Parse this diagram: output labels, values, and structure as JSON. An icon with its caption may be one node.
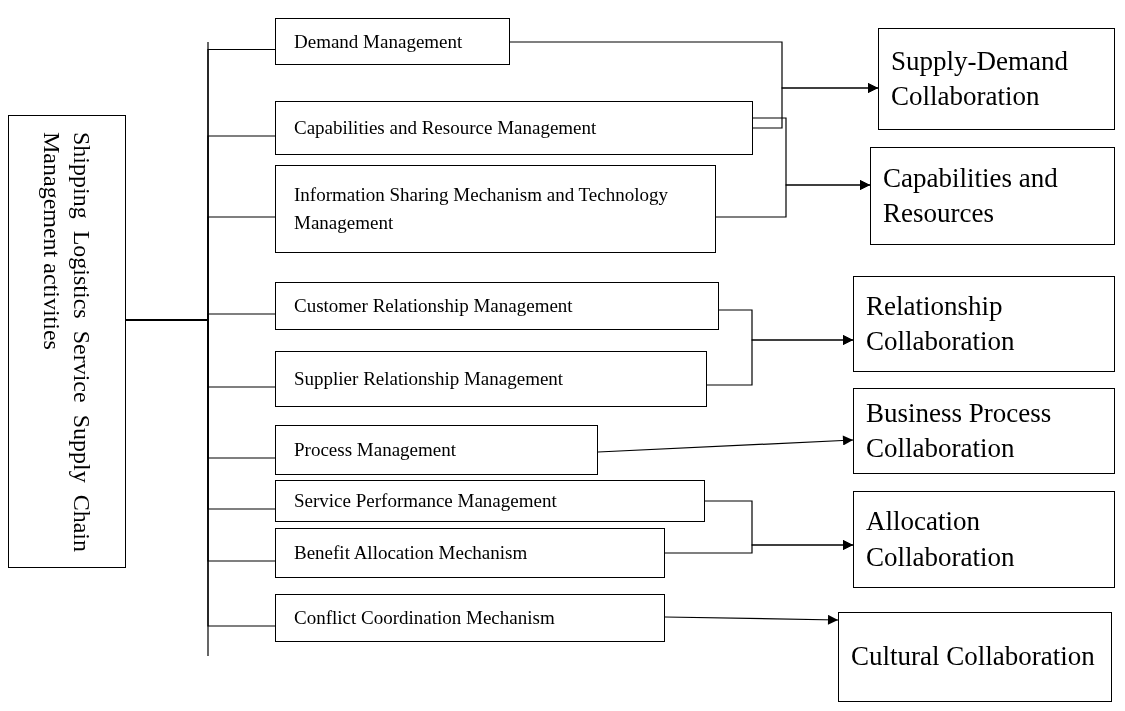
{
  "diagram": {
    "nodes": [
      {
        "text": [
          "Shipping Logistics Service Supply Chain Management activities"
        ]
      },
      {
        "text": [
          "Demand Management"
        ]
      },
      {
        "text": [
          "Capabilities and Resource Management"
        ]
      },
      {
        "text": [
          "Information Sharing Mechanism and Technology Management"
        ]
      },
      {
        "text": [
          "Customer Relationship Management"
        ]
      },
      {
        "text": [
          "Supplier Relationship Management"
        ]
      },
      {
        "text": [
          "Process Management"
        ]
      },
      {
        "text": [
          "Service Performance Management"
        ]
      },
      {
        "text": [
          "Benefit Allocation Mechanism"
        ]
      },
      {
        "text": [
          "Conflict Coordination Mechanism"
        ]
      },
      {
        "text": [
          "Supply-Demand Collaboration"
        ]
      },
      {
        "text": [
          "Capabilities and Resources"
        ]
      },
      {
        "text": [
          "Relationship Collaboration"
        ]
      },
      {
        "text": [
          "Business Process Collaboration"
        ]
      },
      {
        "text": [
          "Allocation Collaboration"
        ]
      },
      {
        "text": [
          "Cultural Collaboration"
        ]
      }
    ],
    "edges": [
      {
        "from": 0,
        "to": 1,
        "arrow": "none"
      },
      {
        "from": 0,
        "to": 2,
        "arrow": "none"
      },
      {
        "from": 0,
        "to": 3,
        "arrow": "none"
      },
      {
        "from": 0,
        "to": 4,
        "arrow": "none"
      },
      {
        "from": 0,
        "to": 5,
        "arrow": "none"
      },
      {
        "from": 0,
        "to": 6,
        "arrow": "none"
      },
      {
        "from": 0,
        "to": 7,
        "arrow": "none"
      },
      {
        "from": 0,
        "to": 8,
        "arrow": "none"
      },
      {
        "from": 0,
        "to": 9,
        "arrow": "none"
      },
      {
        "from": 1,
        "to": 10,
        "arrow": "to"
      },
      {
        "from": 2,
        "to": 10,
        "arrow": "to"
      },
      {
        "from": 2,
        "to": 11,
        "arrow": "to"
      },
      {
        "from": 3,
        "to": 11,
        "arrow": "to"
      },
      {
        "from": 4,
        "to": 12,
        "arrow": "to"
      },
      {
        "from": 5,
        "to": 12,
        "arrow": "to"
      },
      {
        "from": 6,
        "to": 13,
        "arrow": "to"
      },
      {
        "from": 7,
        "to": 14,
        "arrow": "to"
      },
      {
        "from": 8,
        "to": 14,
        "arrow": "to"
      },
      {
        "from": 9,
        "to": 15,
        "arrow": "to"
      }
    ]
  }
}
